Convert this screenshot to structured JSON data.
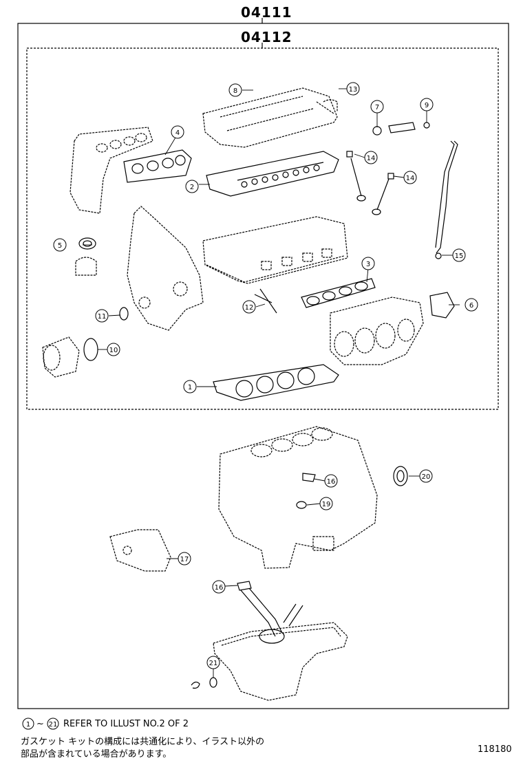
{
  "kits": {
    "outer_code": "04111",
    "inner_code": "04112"
  },
  "callouts": [
    {
      "id": "c1",
      "num": "1"
    },
    {
      "id": "c2",
      "num": "2"
    },
    {
      "id": "c3",
      "num": "3"
    },
    {
      "id": "c4",
      "num": "4"
    },
    {
      "id": "c5",
      "num": "5"
    },
    {
      "id": "c6",
      "num": "6"
    },
    {
      "id": "c7",
      "num": "7"
    },
    {
      "id": "c8",
      "num": "8"
    },
    {
      "id": "c9",
      "num": "9"
    },
    {
      "id": "c10",
      "num": "10"
    },
    {
      "id": "c11",
      "num": "11"
    },
    {
      "id": "c12",
      "num": "12"
    },
    {
      "id": "c13",
      "num": "13"
    },
    {
      "id": "c14a",
      "num": "14"
    },
    {
      "id": "c14b",
      "num": "14"
    },
    {
      "id": "c15",
      "num": "15"
    },
    {
      "id": "c16a",
      "num": "16"
    },
    {
      "id": "c16b",
      "num": "16"
    },
    {
      "id": "c17",
      "num": "17"
    },
    {
      "id": "c19",
      "num": "19"
    },
    {
      "id": "c20",
      "num": "20"
    },
    {
      "id": "c21",
      "num": "21"
    }
  ],
  "notes": {
    "refer_from": "1",
    "refer_tilde": "~",
    "refer_to": "21",
    "refer_text": "REFER TO ILLUST NO.2 OF 2",
    "jp_line1": "ガスケット キットの構成には共通化により、イラスト以外の",
    "jp_line2": "部品が含まれている場合があります。"
  },
  "illustration_number": "118180"
}
